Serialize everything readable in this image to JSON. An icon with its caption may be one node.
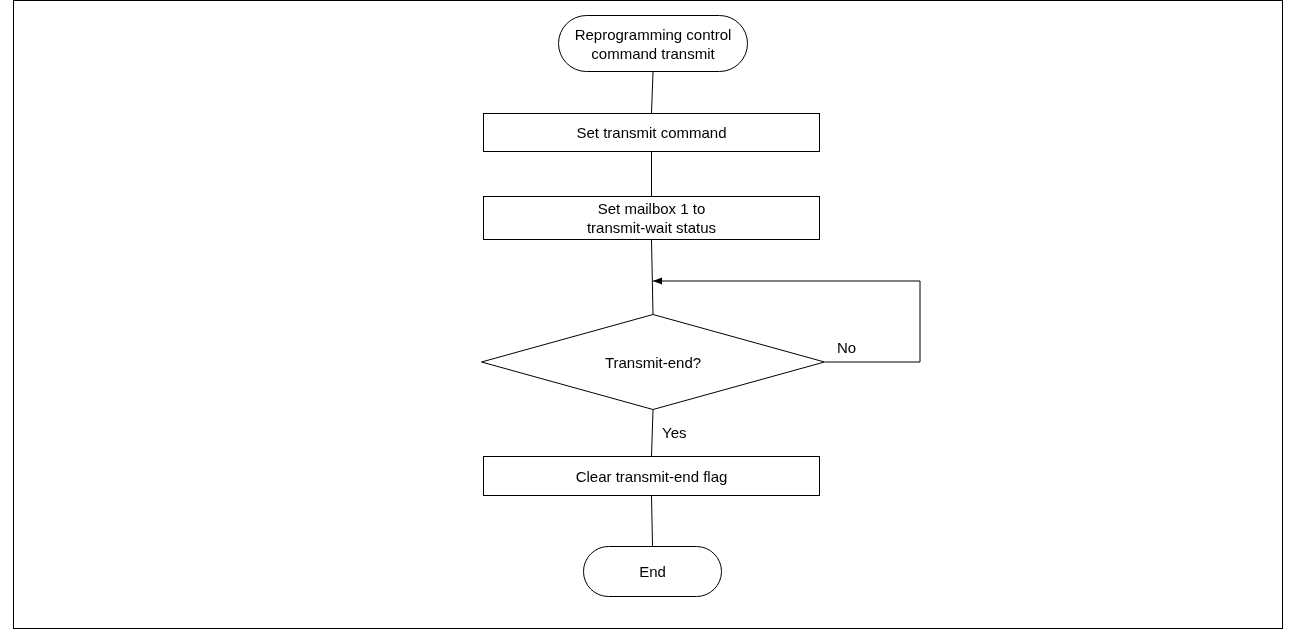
{
  "diagram": {
    "nodes": [
      {
        "text": [
          "Reprogramming control command transmit"
        ]
      },
      {
        "text": [
          "Set transmit command"
        ]
      },
      {
        "text": [
          "Set mailbox 1 to transmit-wait status"
        ]
      },
      {
        "text": [
          "Transmit-end?"
        ]
      },
      {
        "text": [
          "Clear transmit-end flag"
        ]
      },
      {
        "text": [
          "End"
        ]
      }
    ],
    "edges": [
      {
        "from": 0,
        "to": 1,
        "arrow": "none"
      },
      {
        "from": 1,
        "to": 2,
        "arrow": "none"
      },
      {
        "from": 2,
        "to": 3,
        "arrow": "none"
      },
      {
        "from": 3,
        "to": 3,
        "arrow": "to",
        "label": "No"
      },
      {
        "from": 3,
        "to": 4,
        "arrow": "none",
        "label": "Yes"
      },
      {
        "from": 4,
        "to": 5,
        "arrow": "none"
      }
    ]
  }
}
